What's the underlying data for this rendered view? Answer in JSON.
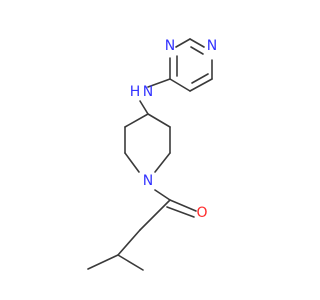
{
  "molecule": {
    "atoms": [
      {
        "id": "n_pyr_top",
        "label": "N",
        "color": "#3333ff"
      },
      {
        "id": "n_pyr_right",
        "label": "N",
        "color": "#3333ff"
      },
      {
        "id": "nh",
        "label": "N",
        "color": "#3333ff"
      },
      {
        "id": "h",
        "label": "H",
        "color": "#3333ff"
      },
      {
        "id": "n_pip",
        "label": "N",
        "color": "#3333ff"
      },
      {
        "id": "o",
        "label": "O",
        "color": "#ff2a2a"
      }
    ],
    "bond_color": "#3a3a3a"
  }
}
